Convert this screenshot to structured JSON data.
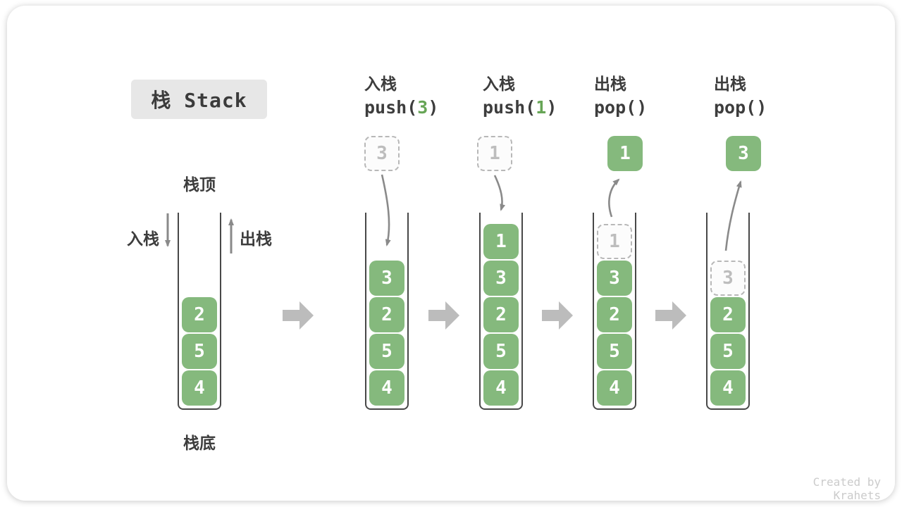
{
  "title": "栈 Stack",
  "legend": {
    "stack_top": "栈顶",
    "stack_bottom": "栈底",
    "push_side": "入栈",
    "pop_side": "出栈"
  },
  "columns": [
    {
      "name": "initial-stack",
      "stack": [
        "2",
        "5",
        "4"
      ]
    },
    {
      "name": "push-3",
      "header": {
        "zh": "入栈",
        "code_prefix": "push(",
        "code_arg": "3",
        "code_suffix": ")"
      },
      "floating": "3",
      "stack": [
        "3",
        "2",
        "5",
        "4"
      ]
    },
    {
      "name": "push-1",
      "header": {
        "zh": "入栈",
        "code_prefix": "push(",
        "code_arg": "1",
        "code_suffix": ")"
      },
      "floating": "1",
      "stack": [
        "1",
        "3",
        "2",
        "5",
        "4"
      ]
    },
    {
      "name": "pop-1",
      "header": {
        "zh": "出栈",
        "code_prefix": "pop(",
        "code_arg": "",
        "code_suffix": ")"
      },
      "popped": "1",
      "ghost": "1",
      "stack": [
        "3",
        "2",
        "5",
        "4"
      ]
    },
    {
      "name": "pop-3",
      "header": {
        "zh": "出栈",
        "code_prefix": "pop(",
        "code_arg": "",
        "code_suffix": ")"
      },
      "popped": "3",
      "ghost": "3",
      "stack": [
        "2",
        "5",
        "4"
      ]
    }
  ],
  "watermark": "Created by Krahets",
  "colors": {
    "box_green": "#85b97d",
    "code_arg_green": "#67a556",
    "dashed_gray": "#b8b8b8",
    "curve_arrow_gray": "#8a8a8a",
    "block_arrow_gray": "#bcbcbc",
    "text_dark": "#3d3d3d",
    "title_bg": "#e7e7e7",
    "wall_gray": "#484848",
    "watermark_gray": "#cbcbcb"
  }
}
